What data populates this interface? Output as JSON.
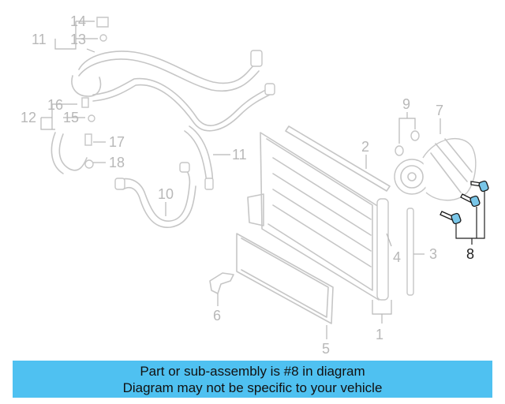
{
  "callouts": {
    "c1": "1",
    "c2": "2",
    "c3": "3",
    "c4": "4",
    "c5": "5",
    "c6": "6",
    "c7": "7",
    "c8": "8",
    "c9": "9",
    "c10": "10",
    "c11a": "11",
    "c11b": "11",
    "c12": "12",
    "c13": "13",
    "c14": "14",
    "c15": "15",
    "c16": "16",
    "c17": "17",
    "c18": "18"
  },
  "highlight": {
    "part": "8",
    "color": "#79c6e8"
  },
  "banner": {
    "line1": "Part or sub-assembly is #8 in diagram",
    "line2": "Diagram may not be specific to your vehicle",
    "background": "#4fc1f1"
  }
}
